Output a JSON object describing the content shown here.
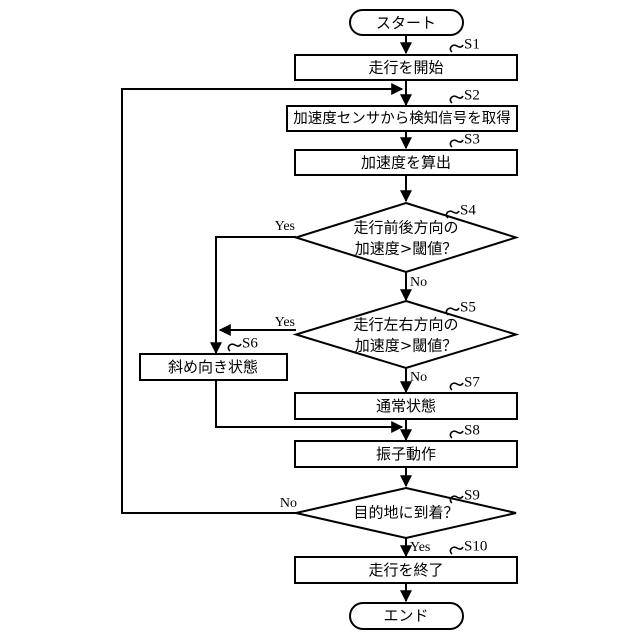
{
  "diagram": {
    "title_text": "",
    "language": "ja",
    "colors": {
      "stroke": "#000000",
      "fill": "#ffffff",
      "background": "#ffffff"
    },
    "nodes": {
      "start": {
        "label": "スタート",
        "shape": "terminator"
      },
      "s1": {
        "label": "走行を開始",
        "step": "S1",
        "shape": "process"
      },
      "s2": {
        "label": "加速度センサから検知信号を取得",
        "step": "S2",
        "shape": "process"
      },
      "s3": {
        "label": "加速度を算出",
        "step": "S3",
        "shape": "process"
      },
      "s4": {
        "label_line1": "走行前後方向の",
        "label_line2": "加速度>閾値？",
        "step": "S4",
        "shape": "decision"
      },
      "s5": {
        "label_line1": "走行左右方向の",
        "label_line2": "加速度>閾値？",
        "step": "S5",
        "shape": "decision"
      },
      "s6": {
        "label": "斜め向き状態",
        "step": "S6",
        "shape": "process"
      },
      "s7": {
        "label": "通常状態",
        "step": "S7",
        "shape": "process"
      },
      "s8": {
        "label": "振子動作",
        "step": "S8",
        "shape": "process"
      },
      "s9": {
        "label": "目的地に到着？",
        "step": "S9",
        "shape": "decision"
      },
      "s10": {
        "label": "走行を終了",
        "step": "S10",
        "shape": "process"
      },
      "end": {
        "label": "エンド",
        "shape": "terminator"
      }
    },
    "branch_labels": {
      "s4_yes": "Yes",
      "s4_no": "No",
      "s5_yes": "Yes",
      "s5_no": "No",
      "s9_no": "No",
      "s9_yes": "Yes"
    }
  }
}
